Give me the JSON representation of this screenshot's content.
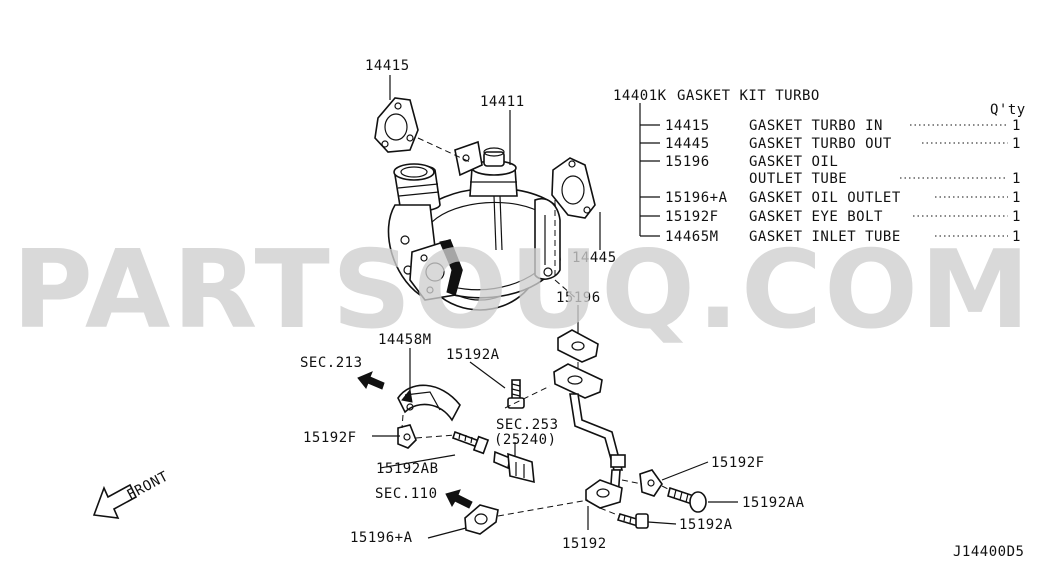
{
  "watermark": "PARTSOUQ.COM",
  "diagram_code": "J14400D5",
  "front_label": "FRONT",
  "kit": {
    "code": "14401K",
    "name": "GASKET KIT TURBO",
    "qty_header": "Q'ty",
    "items": [
      {
        "part": "14415",
        "line1": "GASKET TURBO IN",
        "line2": "",
        "qty": "1"
      },
      {
        "part": "14445",
        "line1": "GASKET TURBO OUT",
        "line2": "",
        "qty": "1"
      },
      {
        "part": "15196",
        "line1": "GASKET OIL",
        "line2": "OUTLET TUBE",
        "qty": "1"
      },
      {
        "part": "15196+A",
        "line1": "GASKET OIL OUTLET",
        "line2": "",
        "qty": "1"
      },
      {
        "part": "15192F",
        "line1": "GASKET EYE BOLT",
        "line2": "",
        "qty": "1"
      },
      {
        "part": "14465M",
        "line1": "GASKET INLET TUBE",
        "line2": "",
        "qty": "1"
      }
    ]
  },
  "callouts": {
    "c14415": "14415",
    "c14411": "14411",
    "c14445": "14445",
    "c15196": "15196",
    "c14458M": "14458M",
    "sec213": "SEC.213",
    "c15192A_top": "15192A",
    "c15192F_left": "15192F",
    "c15192AB": "15192AB",
    "sec253": "SEC.253",
    "sec253_sub": "(25240)",
    "c15192F_right": "15192F",
    "c15192AA": "15192AA",
    "sec110": "SEC.110",
    "c15196A": "15196+A",
    "c15192": "15192",
    "c15192A_bottom": "15192A"
  }
}
